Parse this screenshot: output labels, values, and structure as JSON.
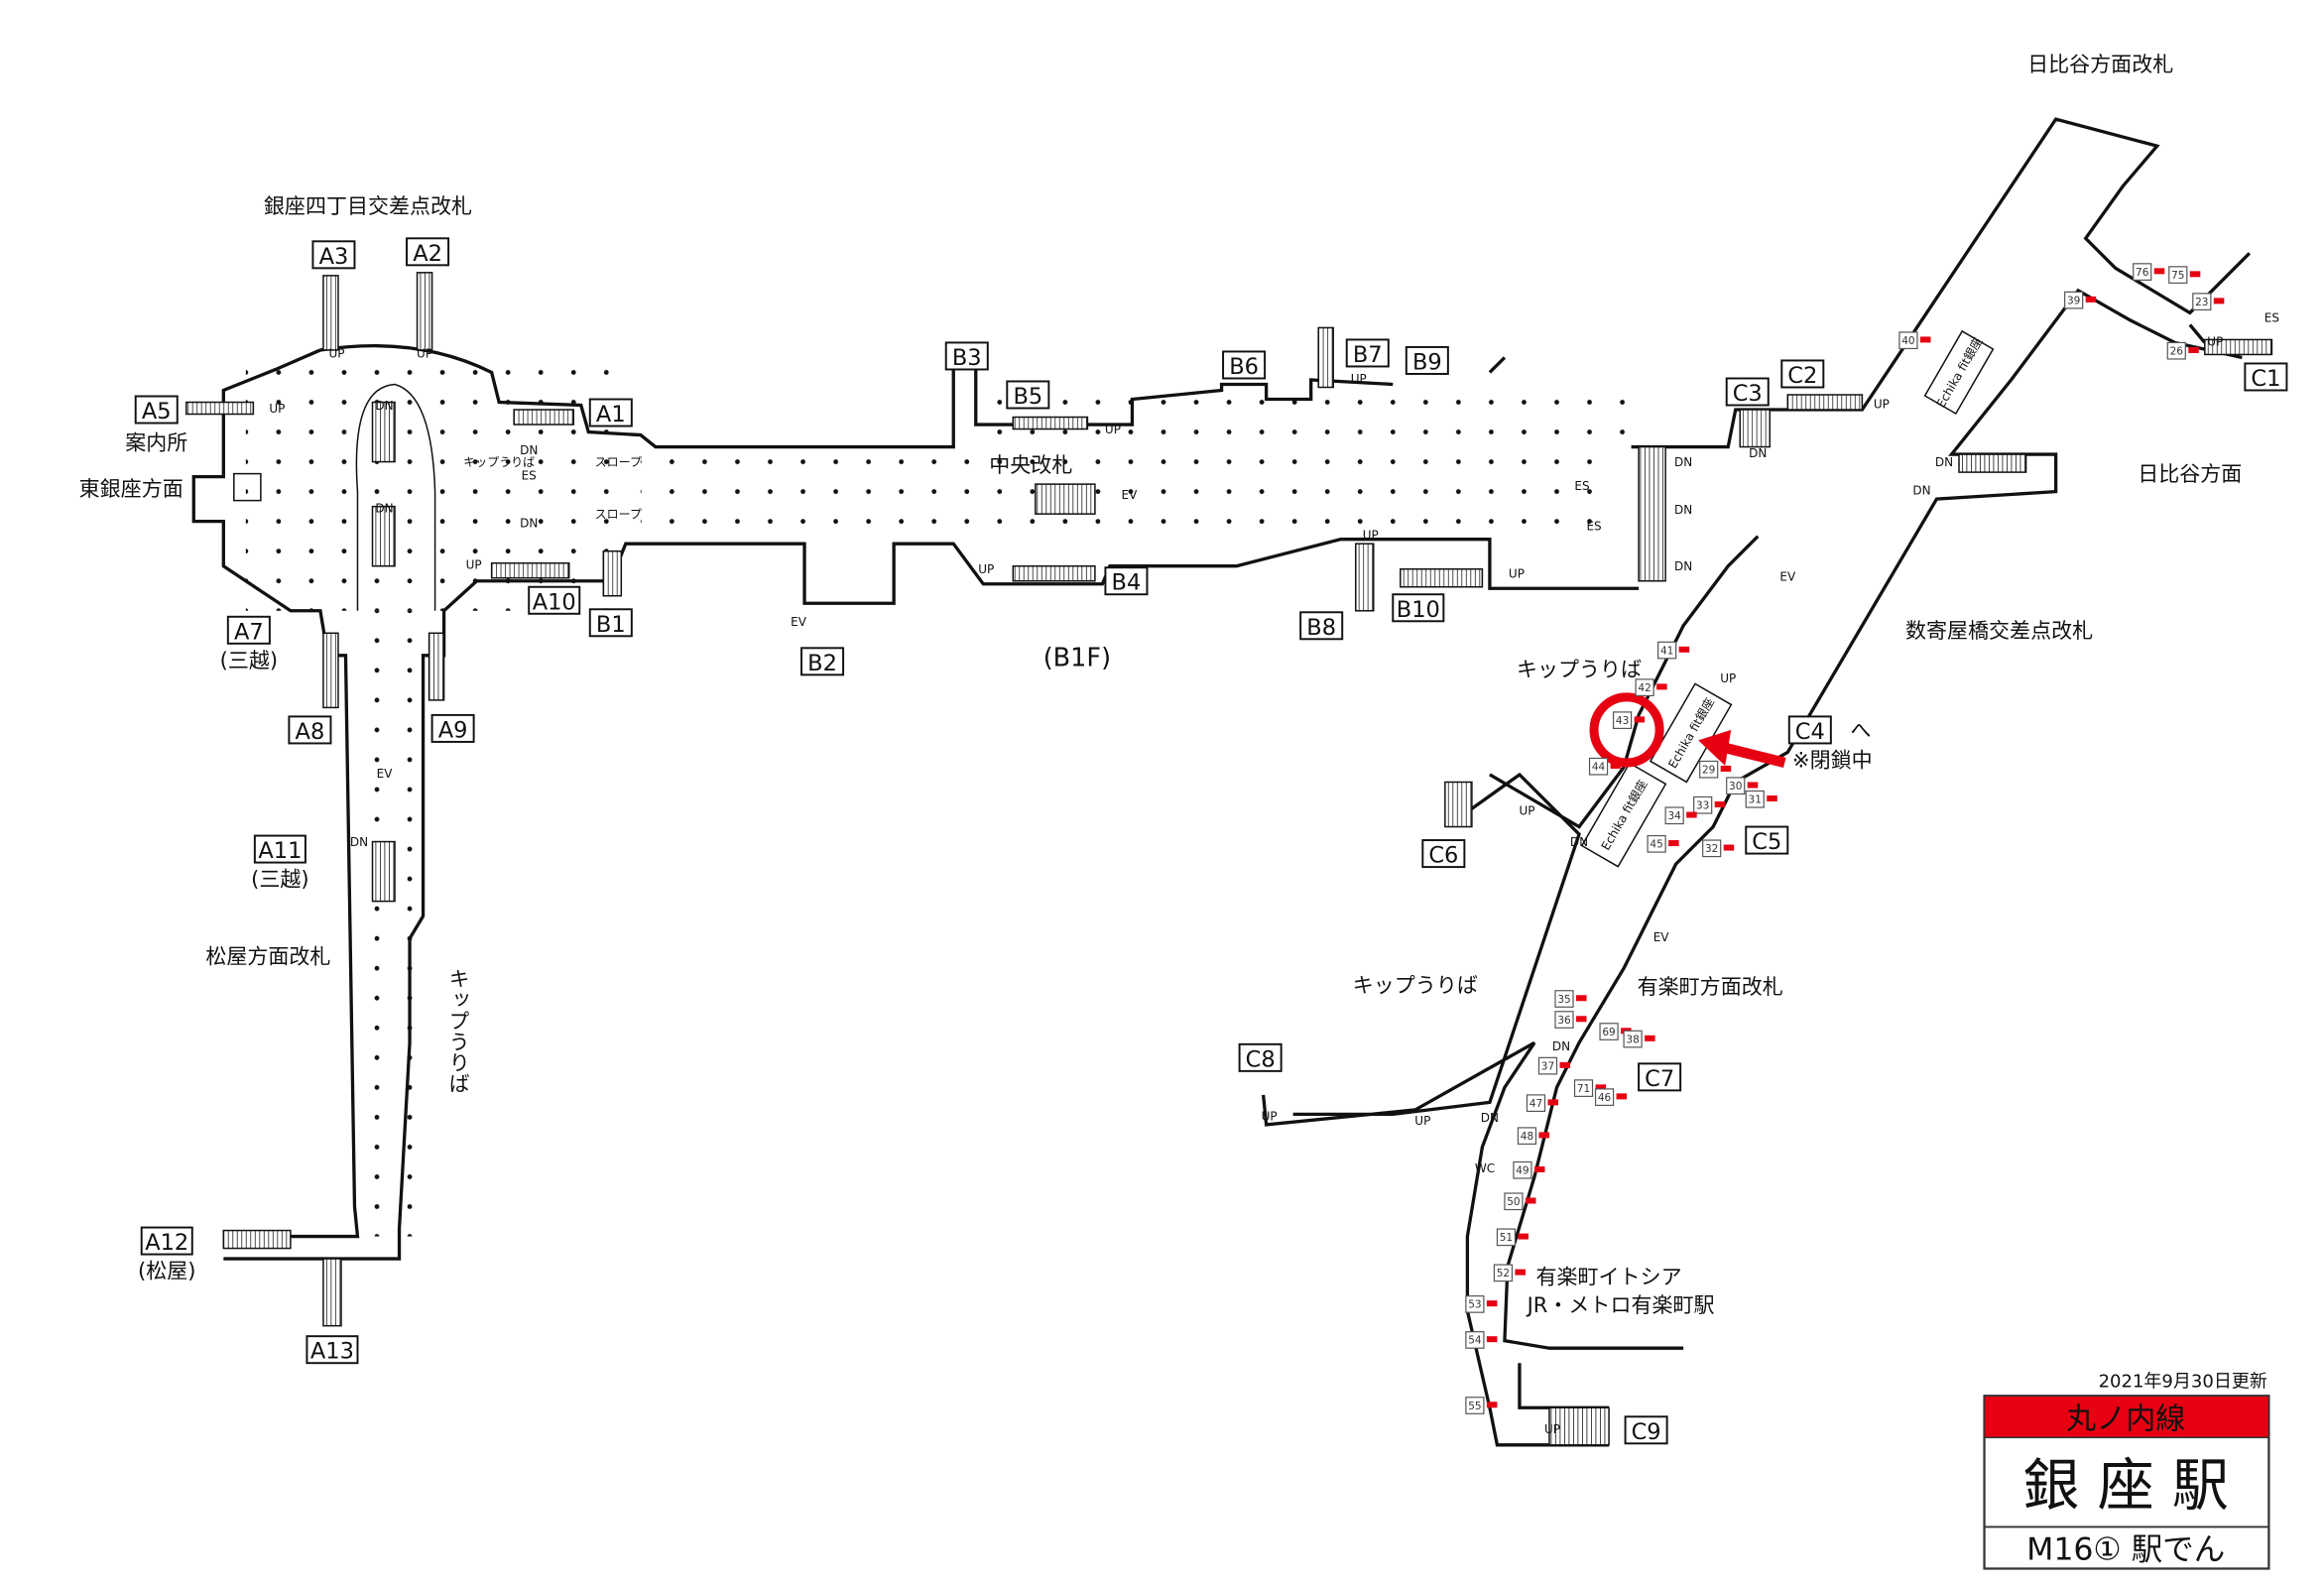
{
  "floor_label": "(B1F)",
  "exits": {
    "A1": "A1",
    "A2": "A2",
    "A3": "A3",
    "A5": "A5",
    "A7": "A7",
    "A8": "A8",
    "A9": "A9",
    "A10": "A10",
    "A11": "A11",
    "A12": "A12",
    "A13": "A13",
    "B1": "B1",
    "B2": "B2",
    "B3": "B3",
    "B4": "B4",
    "B5": "B5",
    "B6": "B6",
    "B7": "B7",
    "B8": "B8",
    "B9": "B9",
    "B10": "B10",
    "C1": "C1",
    "C2": "C2",
    "C3": "C3",
    "C4": "C4",
    "C5": "C5",
    "C6": "C6",
    "C7": "C7",
    "C8": "C8",
    "C9": "C9"
  },
  "labels": {
    "ginza4_gate": "銀座四丁目交差点改札",
    "info": "案内所",
    "higashiginza": "東銀座方面",
    "mitsukoshi_a7": "(三越)",
    "mitsukoshi_a11": "(三越)",
    "matsuya_gate": "松屋方面改札",
    "ticket_left": "キップうりば",
    "matsuya_a12": "(松屋)",
    "central_gate": "中央改札",
    "hibiya_gate": "日比谷方面改札",
    "hibiya_dir": "日比谷方面",
    "sukiyabashi_gate": "数寄屋橋交差点改札",
    "ticket_mid": "キップうりば",
    "c4_to": "へ",
    "closed": "※閉鎖中",
    "ticket_low": "キップうりば",
    "yurakucho_gate": "有楽町方面改札",
    "itocia": "有楽町イトシア",
    "jr_yurakucho": "JR・メトロ有楽町駅",
    "wc": "WC",
    "echika1": "Echika fit銀座",
    "echika2": "Echika fit銀座",
    "echika3": "Echika fit銀座",
    "echika4": "Echika fit銀座"
  },
  "doors": [
    "76",
    "75",
    "39",
    "23",
    "26",
    "40",
    "41",
    "42",
    "43",
    "44",
    "29",
    "30",
    "31",
    "33",
    "34",
    "45",
    "32",
    "35",
    "36",
    "69",
    "38",
    "37",
    "71",
    "46",
    "47",
    "48",
    "49",
    "50",
    "51",
    "52",
    "53",
    "54",
    "55"
  ],
  "facility_marks": [
    "UP",
    "DN",
    "ES",
    "EV",
    "スロープ",
    "キップうりば"
  ],
  "station_card": {
    "updated": "2021年9月30日更新",
    "line": "丸ノ内線",
    "station": "銀 座 駅",
    "code": "M16① 駅でん"
  },
  "colors": {
    "accent": "#e60012",
    "line_red": "#e60012",
    "ink": "#111111"
  }
}
